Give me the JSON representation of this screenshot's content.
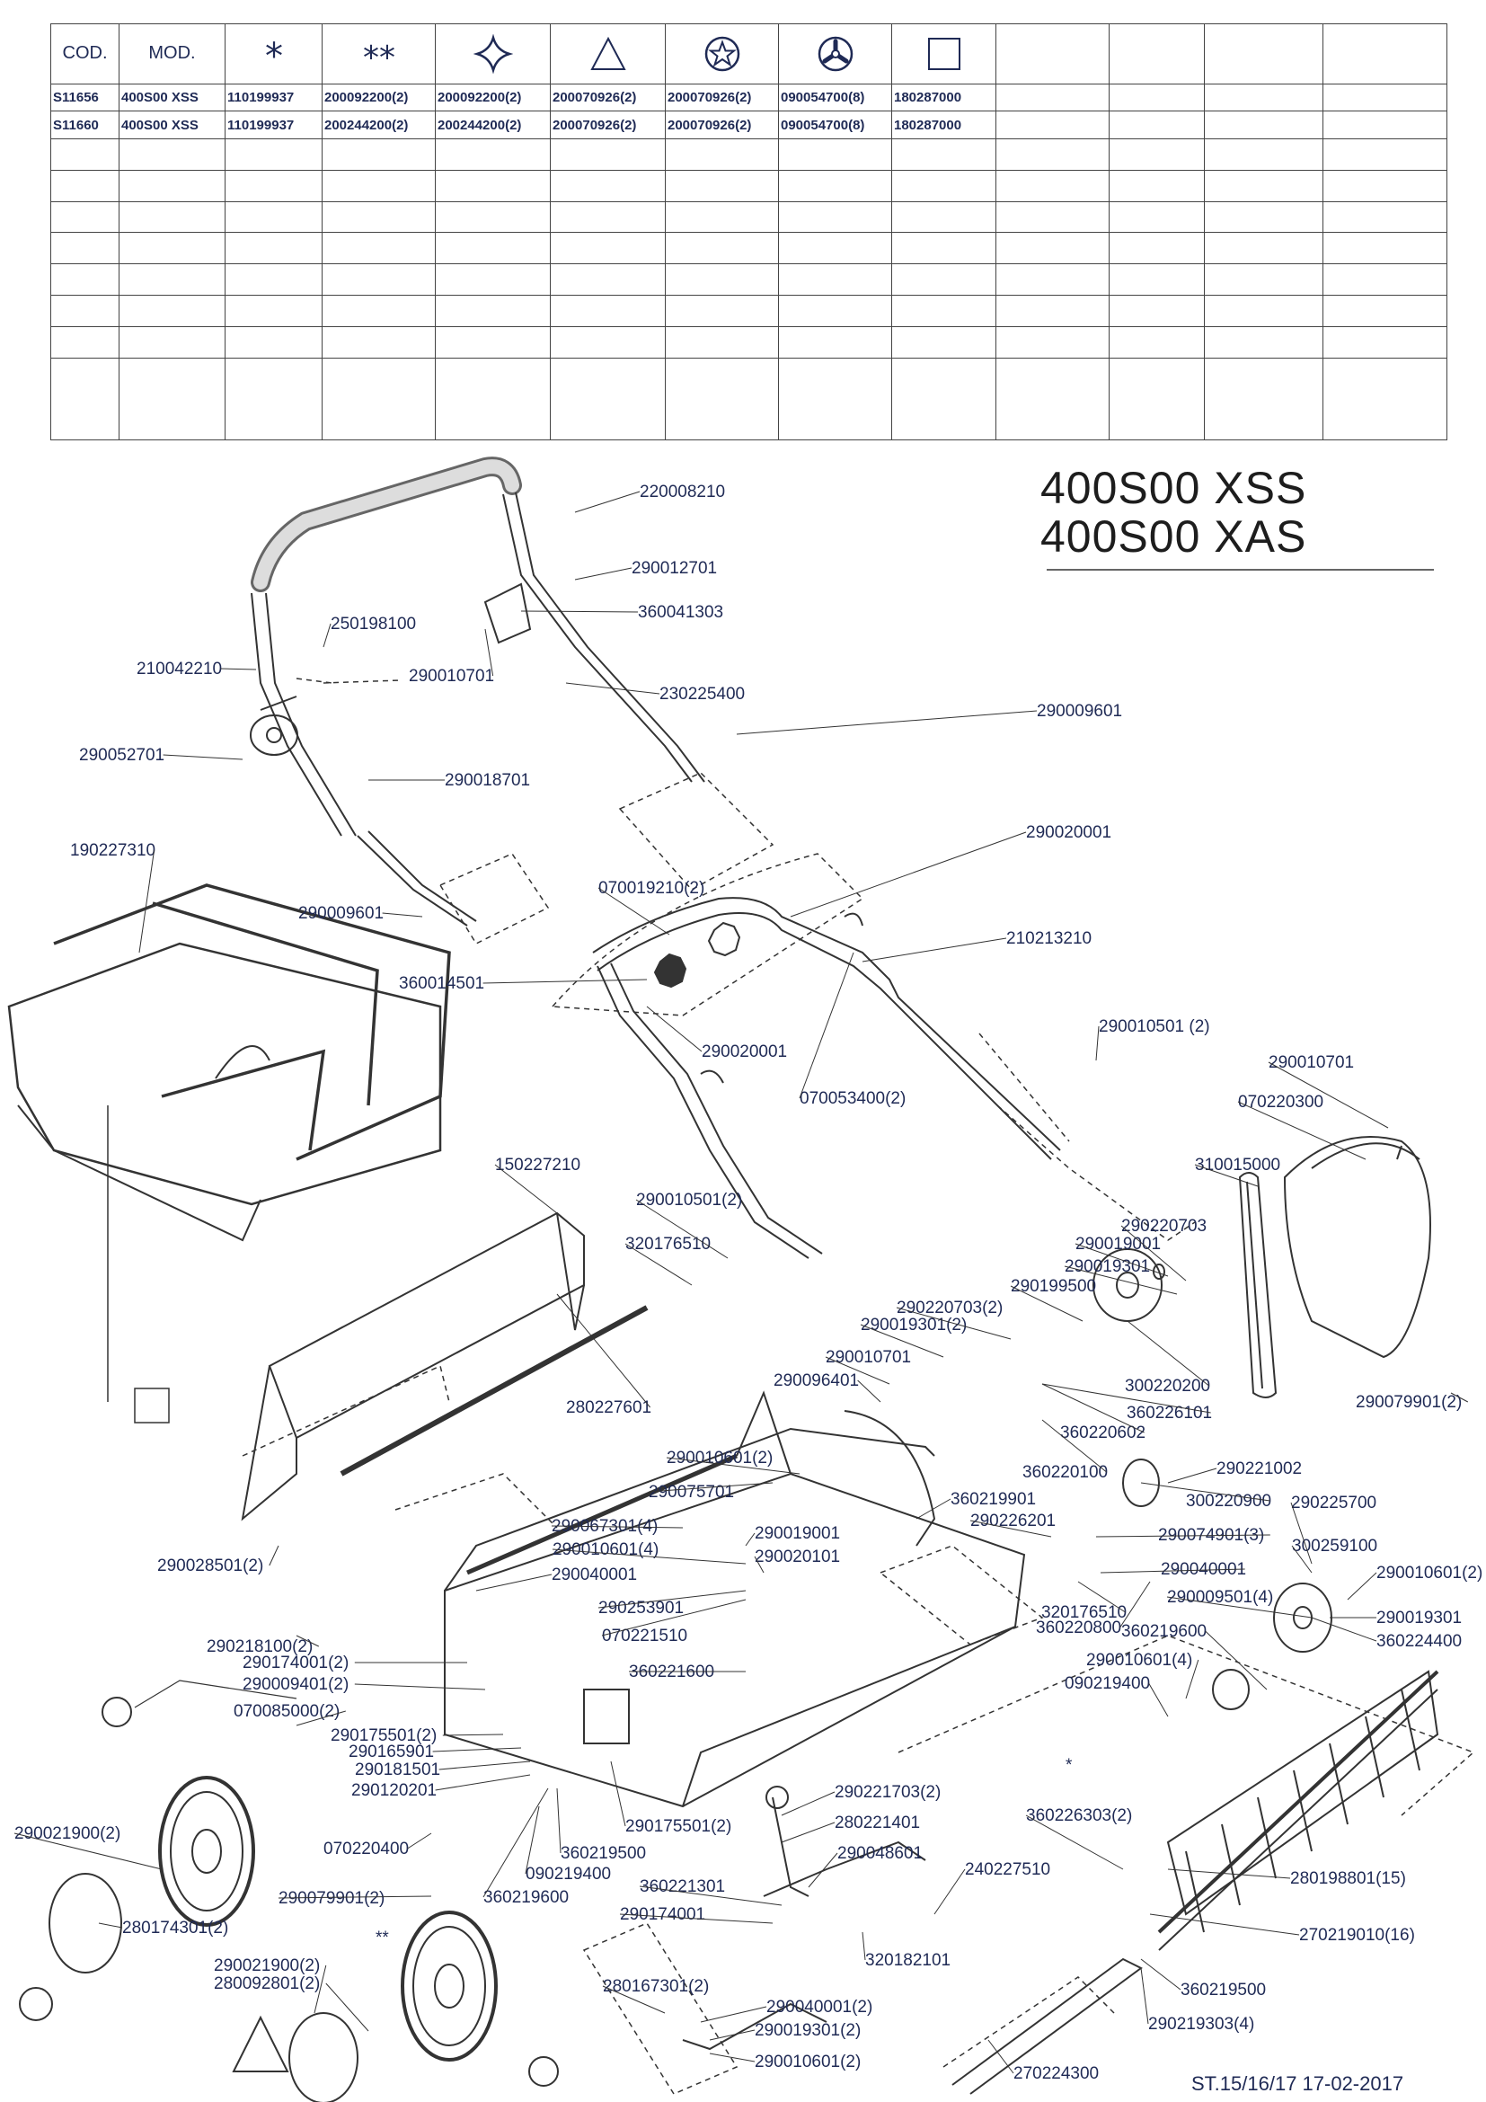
{
  "table": {
    "headers": [
      "COD.",
      "MOD.",
      "",
      "",
      "",
      "",
      "",
      "",
      "",
      "",
      "",
      "",
      ""
    ],
    "header_symbols": [
      "",
      "",
      "asterisk",
      "double-asterisk",
      "diamond-star",
      "triangle",
      "circle-star",
      "circle-tri",
      "square",
      "",
      "",
      "",
      ""
    ],
    "rows": [
      [
        "S11656",
        "400S00 XSS",
        "110199937",
        "200092200(2)",
        "200092200(2)",
        "200070926(2)",
        "200070926(2)",
        "090054700(8)",
        "180287000",
        "",
        "",
        "",
        ""
      ],
      [
        "S11660",
        "400S00 XSS",
        "110199937",
        "200244200(2)",
        "200244200(2)",
        "200070926(2)",
        "200070926(2)",
        "090054700(8)",
        "180287000",
        "",
        "",
        "",
        ""
      ]
    ],
    "empty_rows": 8
  },
  "title": {
    "line1": "400S00 XSS",
    "line2": "400S00 XAS"
  },
  "footer": "ST.15/16/17  17-02-2017",
  "diagram": {
    "labels": [
      {
        "t": "220008210"
      },
      {
        "t": "290012701"
      },
      {
        "t": "360041303"
      },
      {
        "t": "250198100"
      },
      {
        "t": "210042210"
      },
      {
        "t": "290010701"
      },
      {
        "t": "230225400"
      },
      {
        "t": "290009601"
      },
      {
        "t": "290052701"
      },
      {
        "t": "290018701"
      },
      {
        "t": "290020001"
      },
      {
        "t": "190227310"
      },
      {
        "t": "070019210(2)"
      },
      {
        "t": "290009601"
      },
      {
        "t": "210213210"
      },
      {
        "t": "360014501"
      },
      {
        "t": "290020001"
      },
      {
        "t": "070053400(2)"
      },
      {
        "t": "290010501 (2)"
      },
      {
        "t": "290010701"
      },
      {
        "t": "070220300"
      },
      {
        "t": "310015000"
      },
      {
        "t": "150227210"
      },
      {
        "t": "290010501(2)"
      },
      {
        "t": "290220703"
      },
      {
        "t": "290019001"
      },
      {
        "t": "320176510"
      },
      {
        "t": "290019301"
      },
      {
        "t": "290199500"
      },
      {
        "t": "290220703(2)"
      },
      {
        "t": "290019301(2)"
      },
      {
        "t": "290010701"
      },
      {
        "t": "300220200"
      },
      {
        "t": "290096401"
      },
      {
        "t": "360226101"
      },
      {
        "t": "280227601"
      },
      {
        "t": "290010601(2)"
      },
      {
        "t": "360220602"
      },
      {
        "t": "290079901(2)"
      },
      {
        "t": "360220100"
      },
      {
        "t": "290221002"
      },
      {
        "t": "290075701"
      },
      {
        "t": "360219901"
      },
      {
        "t": "300220900"
      },
      {
        "t": "290225700"
      },
      {
        "t": "290067301(4)"
      },
      {
        "t": "290019001"
      },
      {
        "t": "290226201"
      },
      {
        "t": "290074901(3)"
      },
      {
        "t": "290010601(4)"
      },
      {
        "t": "290020101"
      },
      {
        "t": "300259100"
      },
      {
        "t": "290028501(2)"
      },
      {
        "t": "290010601(2)"
      },
      {
        "t": "290040001"
      },
      {
        "t": "290040001"
      },
      {
        "t": "320176510"
      },
      {
        "t": "290253901"
      },
      {
        "t": "360220800"
      },
      {
        "t": "290009501(4)"
      },
      {
        "t": "290019301"
      },
      {
        "t": "070221510"
      },
      {
        "t": "360219600"
      },
      {
        "t": "360224400"
      },
      {
        "t": "290218100(2)"
      },
      {
        "t": "360221600"
      },
      {
        "t": "290010601(4)"
      },
      {
        "t": "290174001(2)"
      },
      {
        "t": "090219400"
      },
      {
        "t": "290009401(2)"
      },
      {
        "t": "070085000(2)"
      },
      {
        "t": "290175501(2)"
      },
      {
        "t": "290165901"
      },
      {
        "t": "290181501"
      },
      {
        "t": "290120201"
      },
      {
        "t": "290221703(2)"
      },
      {
        "t": "360226303(2)"
      },
      {
        "t": "280221401"
      },
      {
        "t": "290021900(2)"
      },
      {
        "t": "070220400"
      },
      {
        "t": "360219500"
      },
      {
        "t": "290175501(2)"
      },
      {
        "t": "290048601"
      },
      {
        "t": "240227510"
      },
      {
        "t": "280198801(15)"
      },
      {
        "t": "090219400"
      },
      {
        "t": "360221301"
      },
      {
        "t": "290079901(2)"
      },
      {
        "t": "360219600"
      },
      {
        "t": "280174301(2)"
      },
      {
        "t": "290174001"
      },
      {
        "t": "270219010(16)"
      },
      {
        "t": "320182101"
      },
      {
        "t": "290021900(2)"
      },
      {
        "t": "280092801(2)"
      },
      {
        "t": "280167301(2)"
      },
      {
        "t": "290040001(2)"
      },
      {
        "t": "360219500"
      },
      {
        "t": "290019301(2)"
      },
      {
        "t": "290219303(4)"
      },
      {
        "t": "290010601(2)"
      },
      {
        "t": "270224300"
      }
    ],
    "markers": [
      {
        "sym": "*"
      },
      {
        "sym": "**"
      }
    ]
  }
}
